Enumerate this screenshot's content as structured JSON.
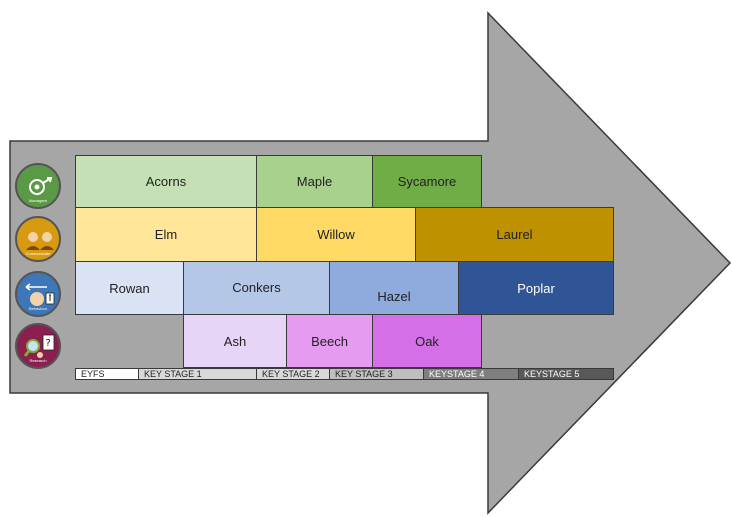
{
  "icons": [
    {
      "name": "mind-map-icon",
      "color": "#5a9a46",
      "caption": "Managers"
    },
    {
      "name": "group-icon",
      "color": "#d79a10",
      "caption": "Communicate"
    },
    {
      "name": "person-thinking-icon",
      "color": "#3d77b7",
      "caption": "Behaviour"
    },
    {
      "name": "question-magnifier-icon",
      "color": "#8b1f50",
      "caption": "Research"
    }
  ],
  "classes": {
    "acorns": "Acorns",
    "maple": "Maple",
    "sycamore": "Sycamore",
    "elm": "Elm",
    "willow": "Willow",
    "laurel": "Laurel",
    "rowan": "Rowan",
    "conkers": "Conkers",
    "hazel": "Hazel",
    "poplar": "Poplar",
    "ash": "Ash",
    "beech": "Beech",
    "oak": "Oak"
  },
  "stages": {
    "eyfs": "EYFS",
    "ks1": "KEY STAGE 1",
    "ks2": "KEY STAGE 2",
    "ks3": "KEY STAGE 3",
    "ks4": "KEYSTAGE 4",
    "ks5": "KEYSTAGE 5"
  },
  "colors": {
    "arrow": "#a6a6a6",
    "acorns": "#c5e0b4",
    "maple": "#a9d18e",
    "sycamore": "#70ad47",
    "elm": "#ffe699",
    "willow": "#ffd966",
    "laurel": "#bf9000",
    "rowan": "#dae3f3",
    "conkers": "#b4c7e7",
    "hazel": "#8faadc",
    "poplar": "#2f5597",
    "ash": "#e6d5f7",
    "beech": "#e49bf0",
    "oak": "#d46fe8"
  }
}
